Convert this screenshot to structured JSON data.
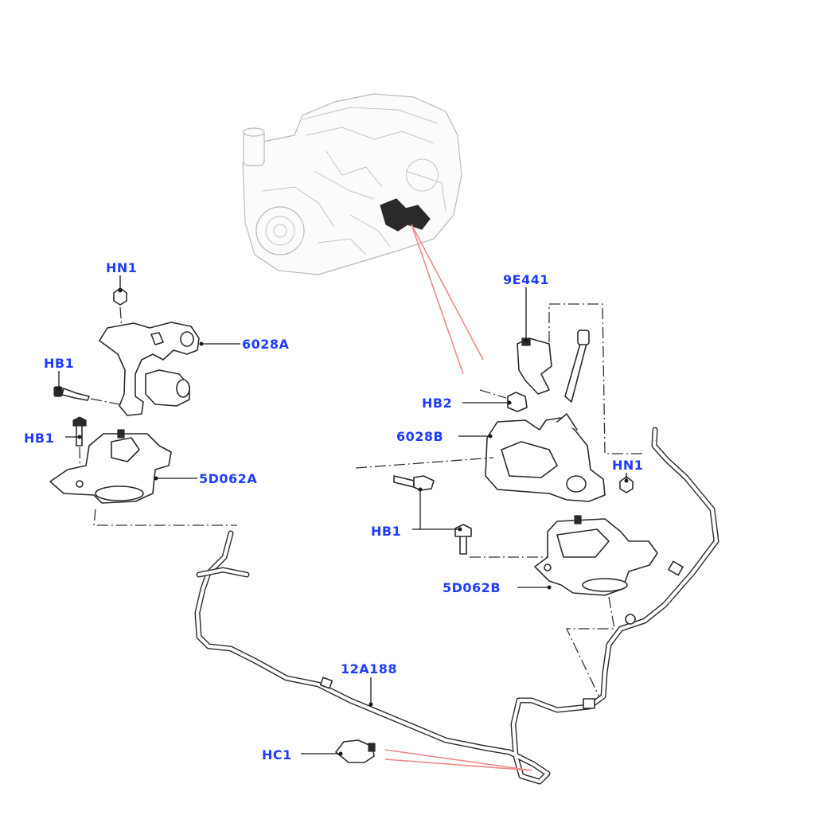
{
  "diagram": {
    "labels": {
      "hn1_top": "HN1",
      "p6028a": "6028A",
      "hb1_upper": "HB1",
      "hb1_left": "HB1",
      "p5d062a": "5D062A",
      "p9e441": "9E441",
      "hb2": "HB2",
      "p6028b": "6028B",
      "hn1_right": "HN1",
      "hb1_lower": "HB1",
      "p5d062b": "5D062B",
      "p12a188": "12A188",
      "hc1": "HC1"
    },
    "colors": {
      "label": "#1f3cff",
      "line_art": "#2a2a2a",
      "engine": "#b9b9b9",
      "highlight_lines": "#ef8a8a"
    }
  }
}
